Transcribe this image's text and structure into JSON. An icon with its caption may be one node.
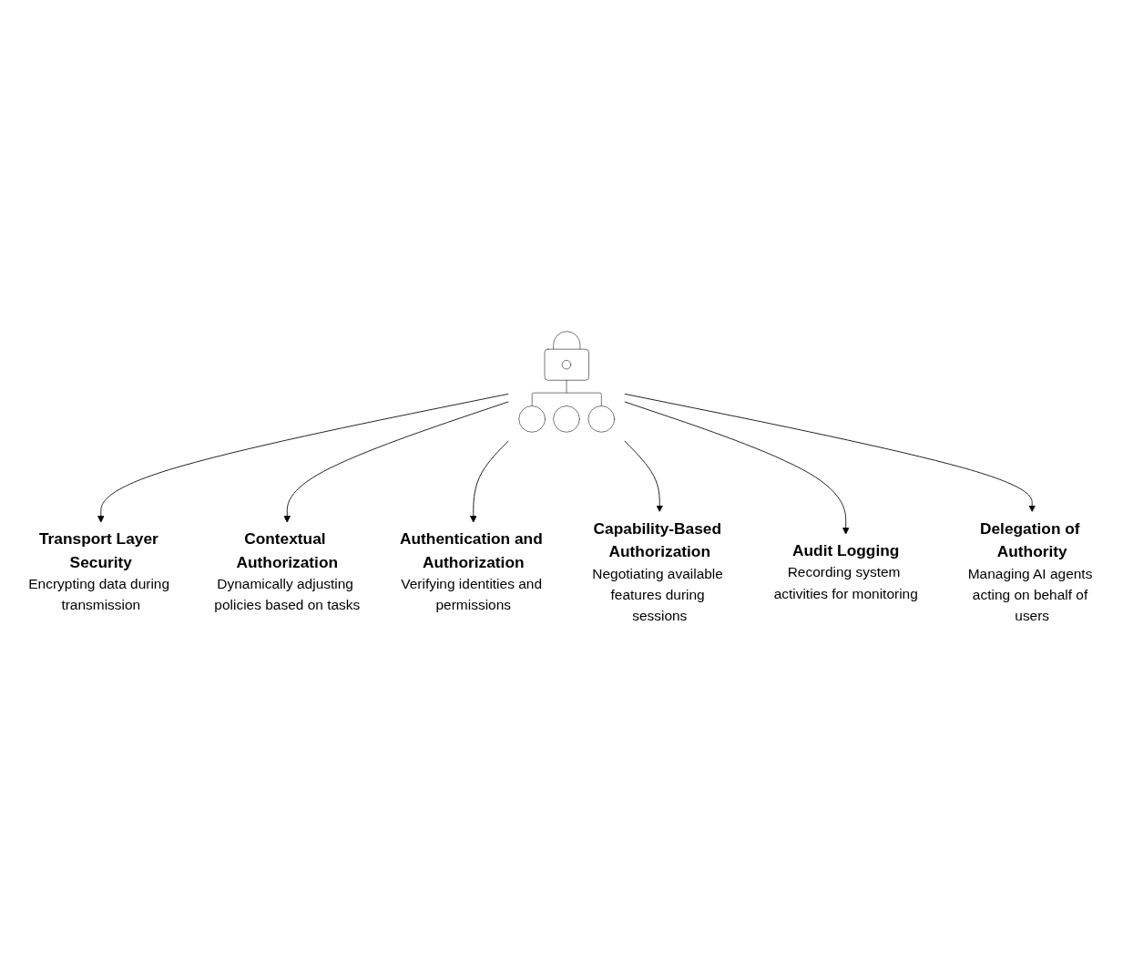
{
  "diagram": {
    "nodes": [
      {
        "text": [
          "Transport Layer Security",
          "Encrypting data during transmission"
        ]
      },
      {
        "text": [
          "Contextual Authorization",
          "Dynamically adjusting policies based on tasks"
        ]
      },
      {
        "text": [
          "Authentication and Authorization",
          "Verifying identities and permissions"
        ]
      },
      {
        "text": [],
        "shape": "picture"
      },
      {
        "text": [
          "Capability-Based Authorization",
          "Negotiating available features during sessions"
        ]
      },
      {
        "text": [
          "Audit Logging",
          "Recording system activities for monitoring"
        ]
      },
      {
        "text": [
          "Delegation of Authority",
          "Managing AI agents acting on behalf of users"
        ]
      }
    ],
    "edges": [
      {
        "from": 3,
        "to": 0,
        "arrow": "to"
      },
      {
        "from": 3,
        "to": 1,
        "arrow": "to"
      },
      {
        "from": 3,
        "to": 2,
        "arrow": "to"
      },
      {
        "from": 3,
        "to": 4,
        "arrow": "to"
      },
      {
        "from": 3,
        "to": 5,
        "arrow": "to"
      },
      {
        "from": 3,
        "to": 6,
        "arrow": "to"
      }
    ]
  }
}
